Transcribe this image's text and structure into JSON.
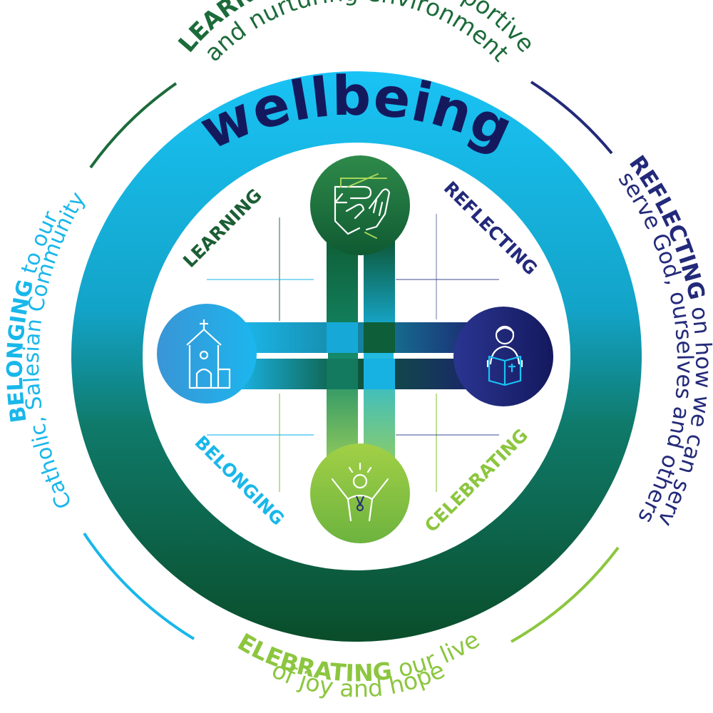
{
  "title": "wellbeing",
  "colors": {
    "dark_green": "#1c6b3a",
    "navy": "#232a7a",
    "sky": "#19b7ea",
    "lime": "#8cc63f",
    "ring_top": "#19c3f5",
    "ring_bottom": "#0a4d2a"
  },
  "outer_statements": {
    "learning": {
      "keyword": "LEARNING",
      "line1_rest": " in a safe, supportive",
      "line2": "and nurturing environment"
    },
    "reflecting": {
      "keyword": "REFLECTING",
      "line1_rest": " on how we can serve",
      "line2": "serve God, ourselves and others"
    },
    "celebrating": {
      "keyword": "CELEBRATING",
      "line1_rest": " our lives",
      "line2": "of joy and hope"
    },
    "belonging": {
      "keyword": "BELONGING",
      "line1_rest": " to our",
      "line2": "Catholic, Salesian Community"
    }
  },
  "quadrants": {
    "learning": "LEARNING",
    "reflecting": "REFLECTING",
    "belonging": "BELONGING",
    "celebrating": "CELEBRATING"
  },
  "icons": {
    "top": "hands-together-icon",
    "left": "church-icon",
    "right": "person-reading-bible-icon",
    "bottom": "person-celebrating-icon"
  }
}
